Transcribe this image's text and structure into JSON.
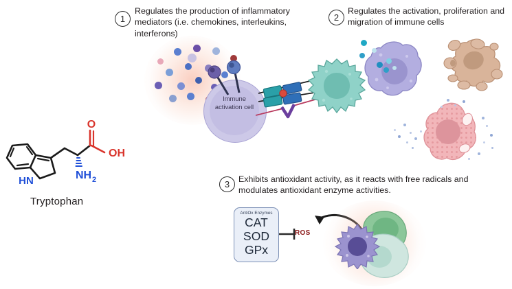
{
  "figure": {
    "title": "Tryptophan immunomodulatory and antioxidant mechanisms",
    "background_color": "#ffffff"
  },
  "molecule": {
    "name": "Tryptophan",
    "atom_labels": {
      "nh_indole": "HN",
      "carbonyl_o": "O",
      "hydroxyl": "OH",
      "amine": "NH",
      "amine_sub": "2"
    },
    "colors": {
      "bond": "#1a1a1a",
      "oxygen": "#d9342b",
      "nitrogen": "#1f4fd8"
    }
  },
  "panels": [
    {
      "number": "1",
      "text": "Regulates the production of inflammatory mediators (i.e. chemokines, interleukins, interferons)",
      "cell_label": "Immune activation cell",
      "glow_color": "#f6a68c"
    },
    {
      "number": "2",
      "text": "Regulates the activation, proliferation and migration of immune cells",
      "cells": [
        "macrophage-purple",
        "amoeboid-tan",
        "granular-pink"
      ]
    },
    {
      "number": "3",
      "text": "Exhibits antioxidant activity, as it reacts with free radicals and modulates antioxidant enzyme activities.",
      "enzyme_box": {
        "header": "AntiOx Enzymes",
        "enzymes": [
          "CAT",
          "SOD",
          "GPx"
        ],
        "box_fill": "#eaeff8",
        "box_border": "#7b8fb5"
      },
      "target": "ROS",
      "target_color": "#8c1b1b",
      "cells": [
        "green-cell",
        "mint-cell",
        "purple-spiky-cell"
      ]
    }
  ],
  "palette": {
    "cytokine_dots": [
      "#4a6fc4",
      "#6b5fb5",
      "#3f5fae",
      "#7b8fd4",
      "#a03a3a",
      "#e8a8b8",
      "#5b7fd0",
      "#8a7fc0",
      "#b84a4a",
      "#9fb4dc"
    ],
    "immune_cell_fill": "#cdc9e8",
    "teal_cell": "#8fd2c8",
    "tan_cell": "#d9b49a",
    "pink_cell": "#f2b6ba",
    "purple_cell": "#b3aee0",
    "green_cell": "#8cc79a",
    "mint_cell": "#cfe6df"
  }
}
